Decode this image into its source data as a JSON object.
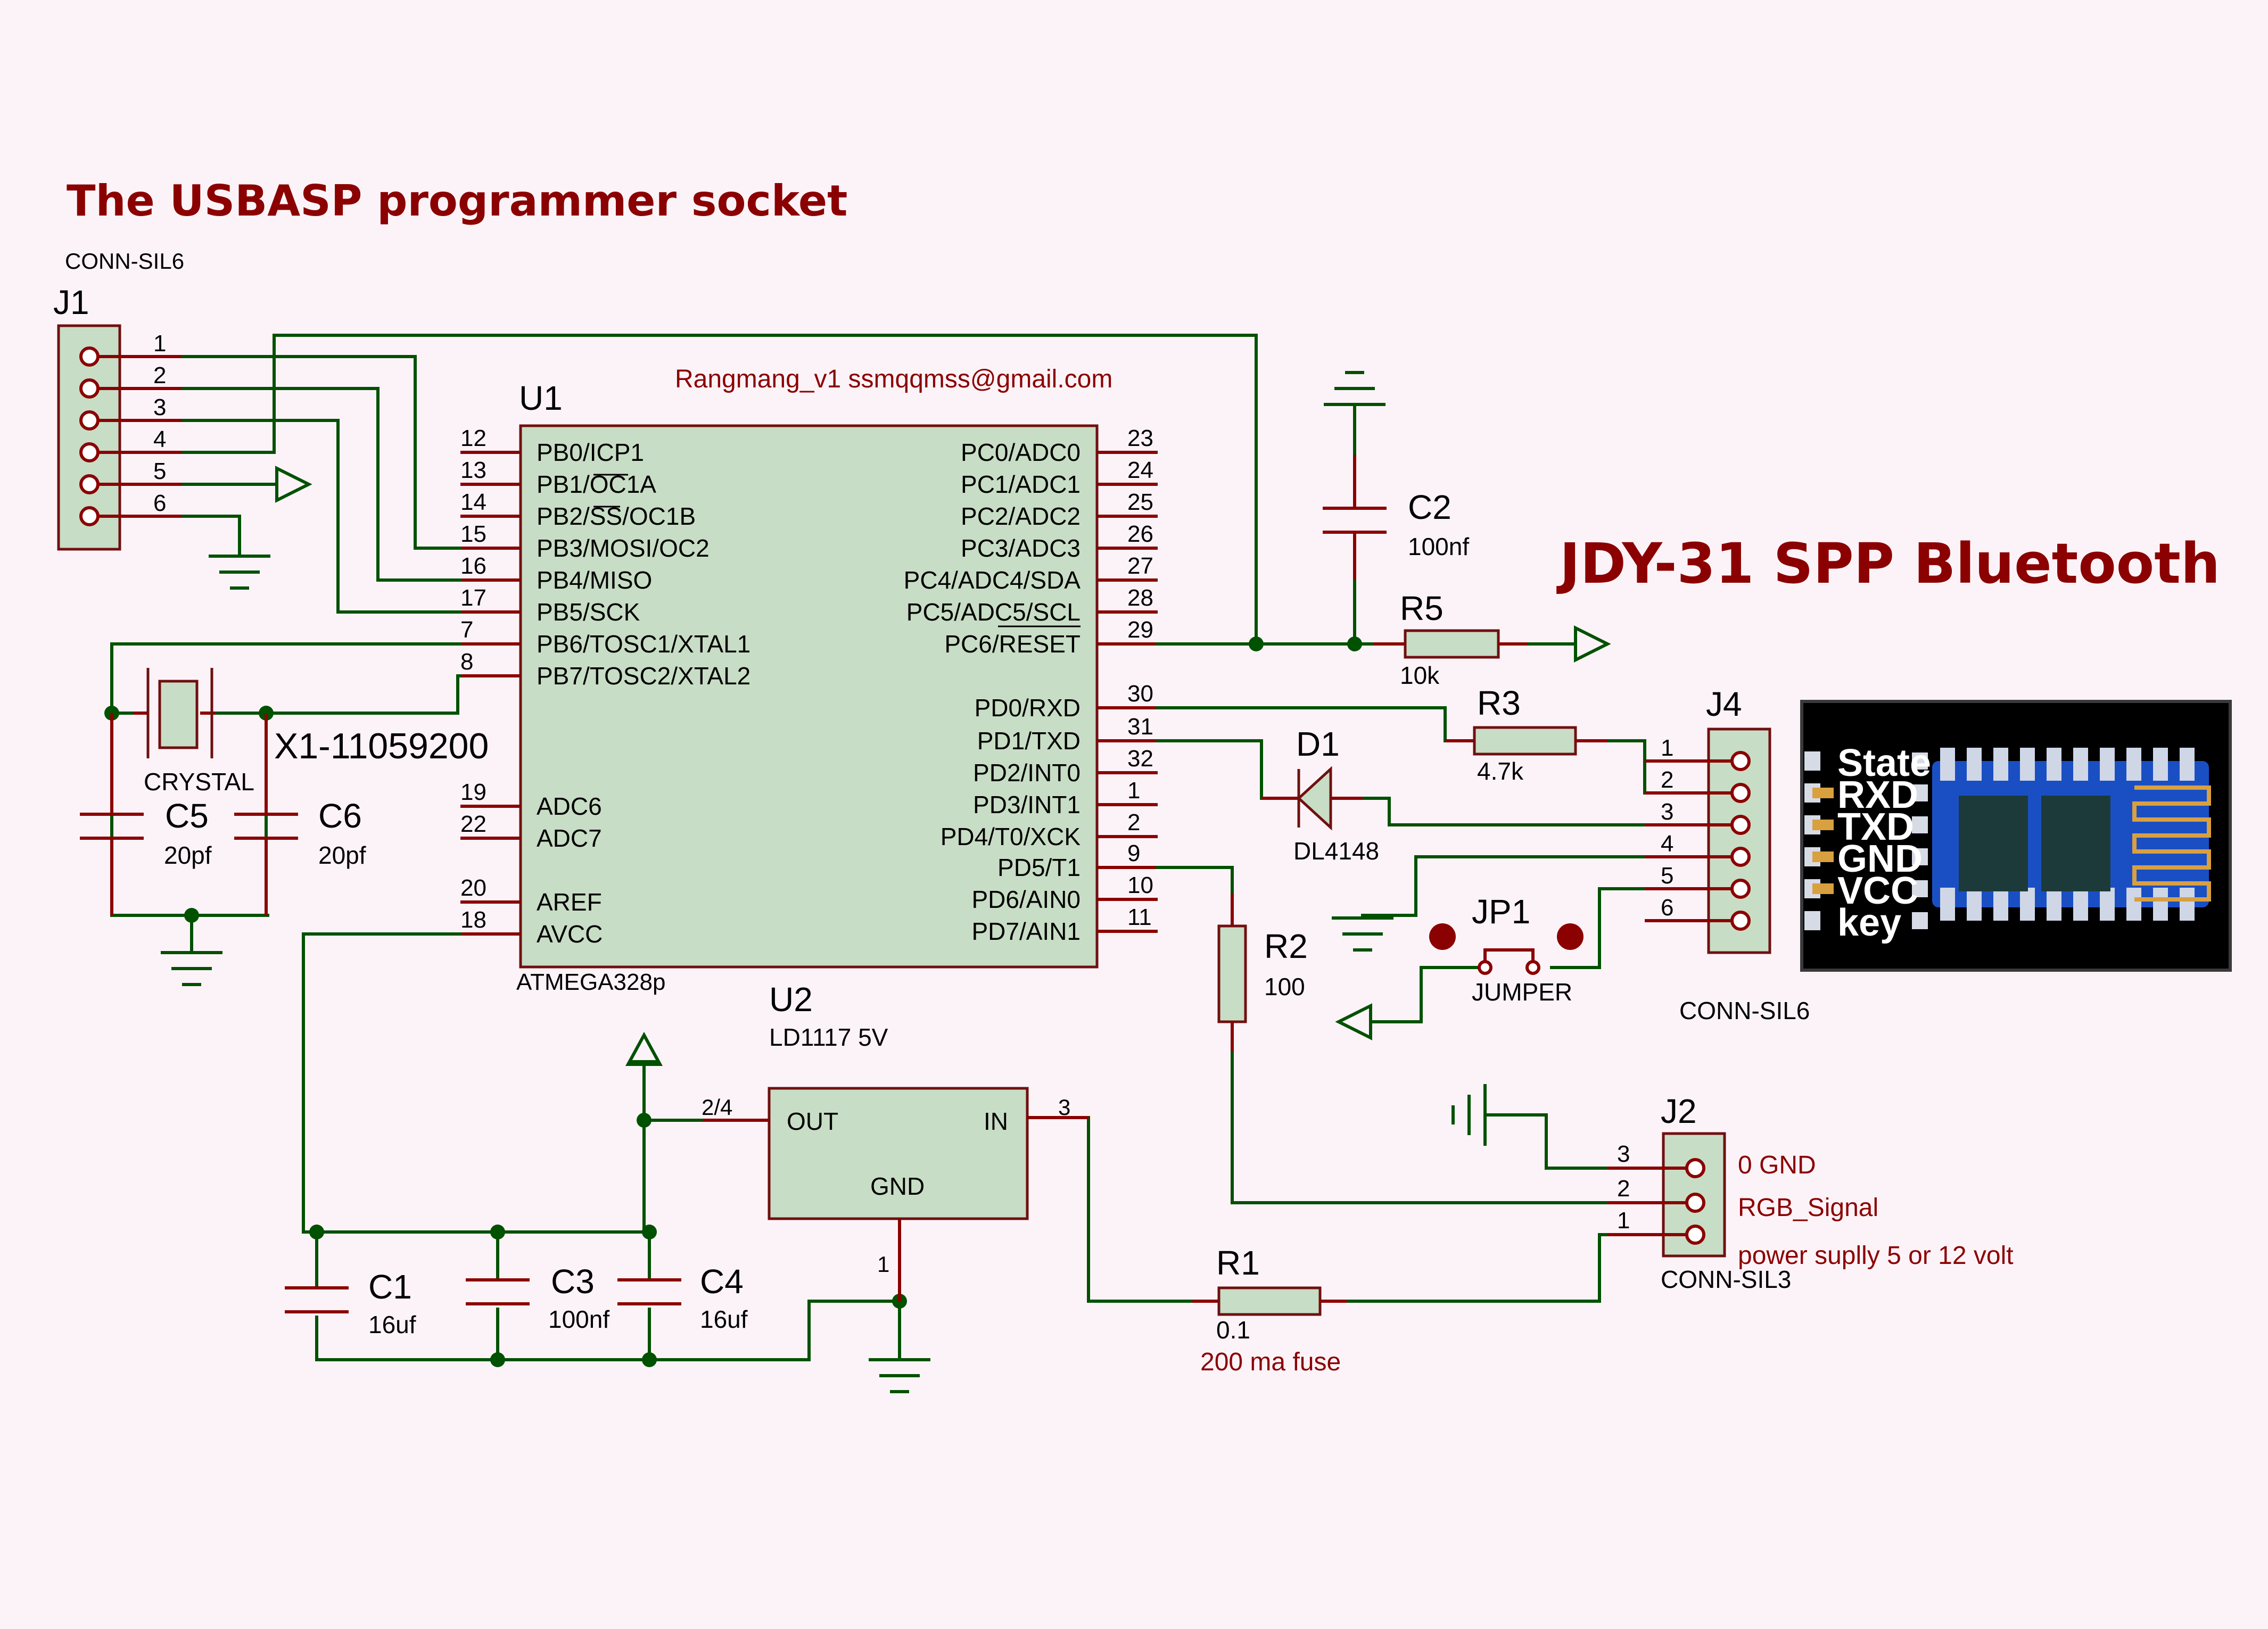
{
  "titles": {
    "socket": "The USBASP programmer socket",
    "bluetooth": "JDY-31 SPP Bluetooth",
    "author": "Rangmang_v1  ssmqqmss@gmail.com"
  },
  "j1": {
    "ref": "J1",
    "type": "CONN-SIL6",
    "pins": [
      "1",
      "2",
      "3",
      "4",
      "5",
      "6"
    ]
  },
  "u1": {
    "ref": "U1",
    "part": "ATMEGA328p",
    "left_pins": [
      {
        "num": "12",
        "name": "PB0/ICP1"
      },
      {
        "num": "13",
        "name": "PB1/OC1A"
      },
      {
        "num": "14",
        "name": "PB2/SS/OC1B"
      },
      {
        "num": "15",
        "name": "PB3/MOSI/OC2"
      },
      {
        "num": "16",
        "name": "PB4/MISO"
      },
      {
        "num": "17",
        "name": "PB5/SCK"
      },
      {
        "num": "7",
        "name": "PB6/TOSC1/XTAL1"
      },
      {
        "num": "8",
        "name": "PB7/TOSC2/XTAL2"
      },
      {
        "num": "19",
        "name": "ADC6"
      },
      {
        "num": "22",
        "name": "ADC7"
      },
      {
        "num": "20",
        "name": "AREF"
      },
      {
        "num": "18",
        "name": "AVCC"
      }
    ],
    "right_pins": [
      {
        "num": "23",
        "name": "PC0/ADC0"
      },
      {
        "num": "24",
        "name": "PC1/ADC1"
      },
      {
        "num": "25",
        "name": "PC2/ADC2"
      },
      {
        "num": "26",
        "name": "PC3/ADC3"
      },
      {
        "num": "27",
        "name": "PC4/ADC4/SDA"
      },
      {
        "num": "28",
        "name": "PC5/ADC5/SCL"
      },
      {
        "num": "29",
        "name": "PC6/RESET"
      },
      {
        "num": "30",
        "name": "PD0/RXD"
      },
      {
        "num": "31",
        "name": "PD1/TXD"
      },
      {
        "num": "32",
        "name": "PD2/INT0"
      },
      {
        "num": "1",
        "name": "PD3/INT1"
      },
      {
        "num": "2",
        "name": "PD4/T0/XCK"
      },
      {
        "num": "9",
        "name": "PD5/T1"
      },
      {
        "num": "10",
        "name": "PD6/AIN0"
      },
      {
        "num": "11",
        "name": "PD7/AIN1"
      }
    ]
  },
  "crystal": {
    "ref": "X1-11059200",
    "type": "CRYSTAL"
  },
  "c5": {
    "ref": "C5",
    "value": "20pf"
  },
  "c6": {
    "ref": "C6",
    "value": "20pf"
  },
  "c2": {
    "ref": "C2",
    "value": "100nf"
  },
  "r5": {
    "ref": "R5",
    "value": "10k"
  },
  "r3": {
    "ref": "R3",
    "value": "4.7k"
  },
  "d1": {
    "ref": "D1",
    "value": "DL4148"
  },
  "r2": {
    "ref": "R2",
    "value": "100"
  },
  "jp1": {
    "ref": "JP1",
    "type": "JUMPER"
  },
  "j4": {
    "ref": "J4",
    "type": "CONN-SIL6",
    "pins": [
      "1",
      "2",
      "3",
      "4",
      "5",
      "6"
    ]
  },
  "u2": {
    "ref": "U2",
    "part": "LD1117 5V",
    "pin_out": "OUT",
    "pin_in": "IN",
    "pin_gnd": "GND",
    "num_out": "2/4",
    "num_in": "3",
    "num_gnd": "1"
  },
  "c1": {
    "ref": "C1",
    "value": "16uf"
  },
  "c3": {
    "ref": "C3",
    "value": "100nf"
  },
  "c4": {
    "ref": "C4",
    "value": "16uf"
  },
  "r1": {
    "ref": "R1",
    "value": "0.1",
    "note": "200 ma fuse"
  },
  "j2": {
    "ref": "J2",
    "type": "CONN-SIL3",
    "pins": [
      "3",
      "2",
      "1"
    ],
    "labels": [
      "0  GND",
      "RGB_Signal",
      "power suplly 5 or 12 volt"
    ]
  },
  "module": {
    "pins": [
      "State",
      "RXD",
      "TXD",
      "GND",
      "VCC",
      "key"
    ],
    "colors": {
      "board": "#1a4fc4",
      "chip": "#1d3a3a",
      "antenna": "#d9a040",
      "bg": "#000000"
    }
  },
  "colors": {
    "wire": "#005100",
    "pin": "#8b0000",
    "body": "#c8ddc5",
    "background": "#fcf3f8"
  }
}
